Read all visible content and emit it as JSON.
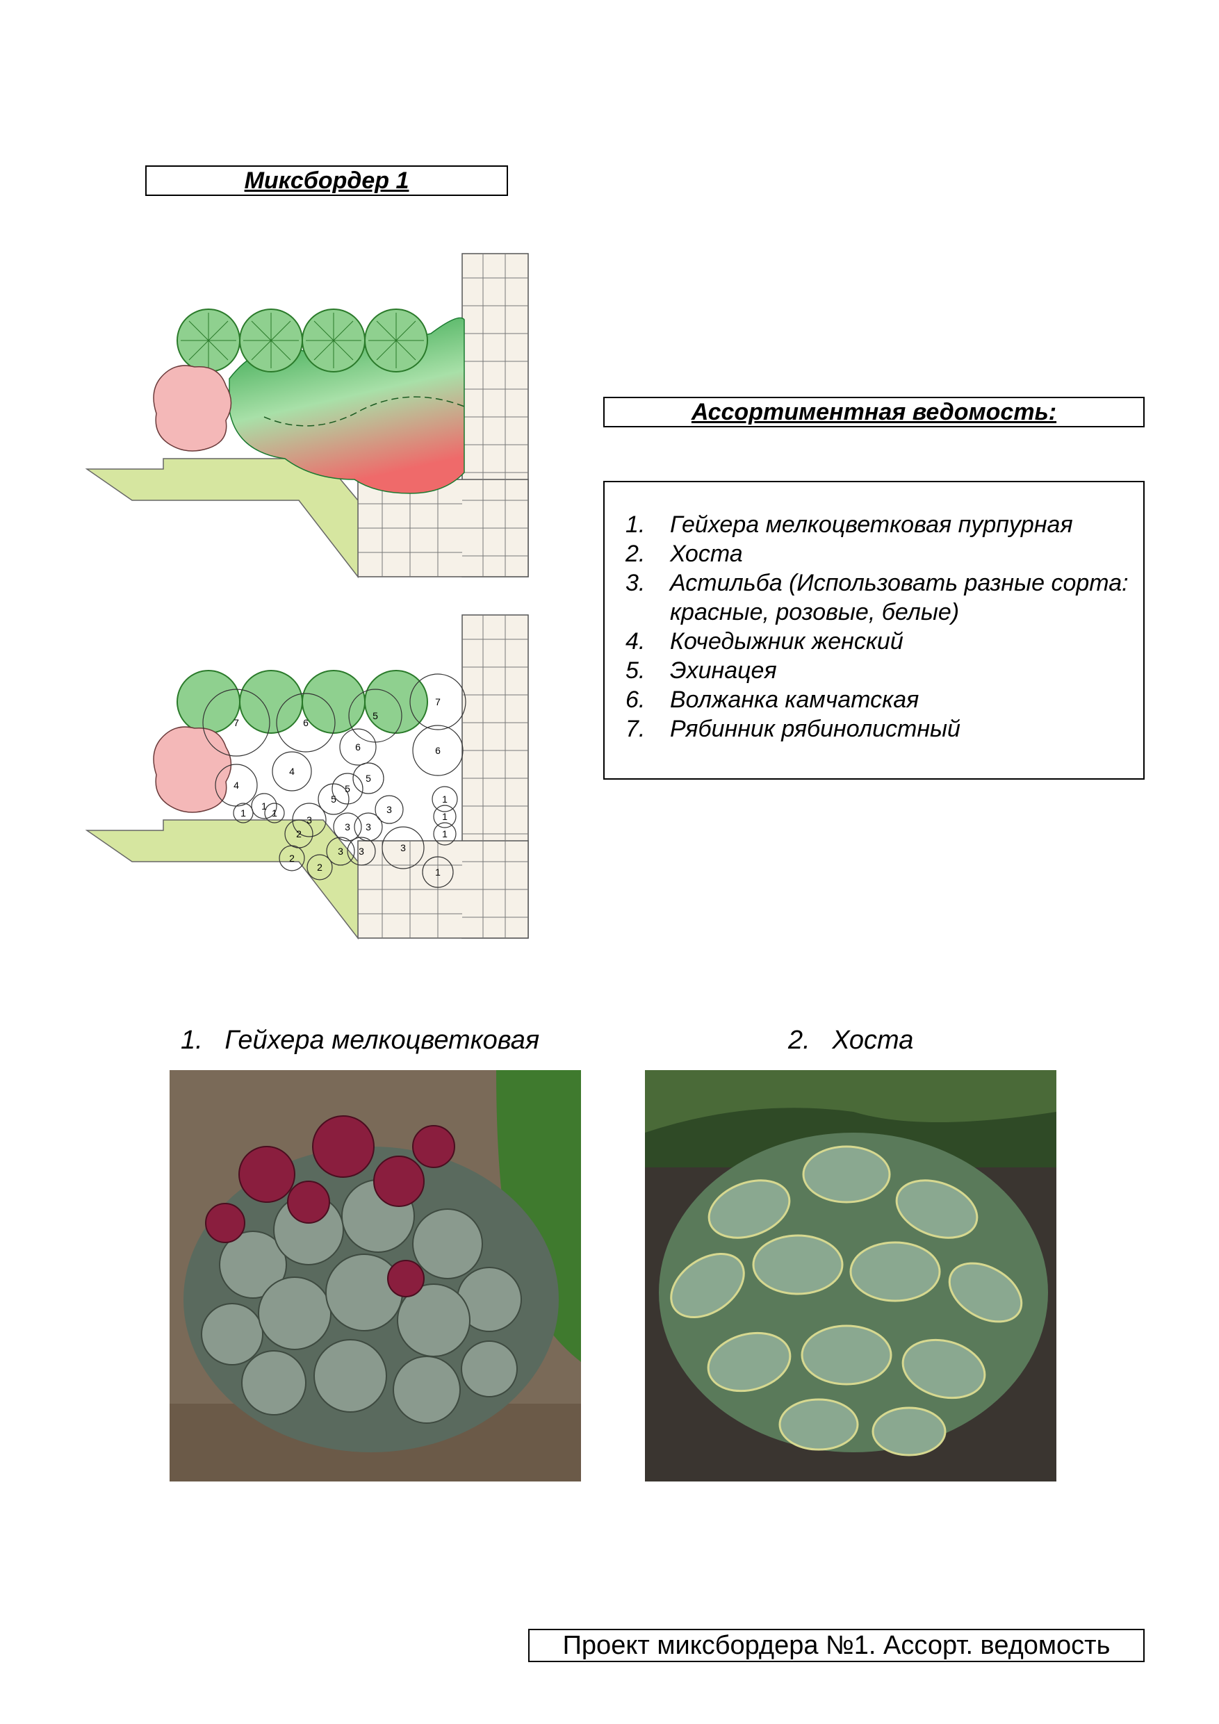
{
  "document_title": "Миксбордер 1",
  "assortment_title": "Ассортиментная ведомость:",
  "plants": [
    {
      "num": "1.",
      "name": "Гейхера мелкоцветковая пурпурная"
    },
    {
      "num": "2.",
      "name": "Хоста"
    },
    {
      "num": "3.",
      "name": "Астильба (Использовать разные сорта: красные, розовые, белые)"
    },
    {
      "num": "4.",
      "name": "Кочедыжник женский"
    },
    {
      "num": "5.",
      "name": "Эхинацея"
    },
    {
      "num": "6.",
      "name": "Волжанка камчатская"
    },
    {
      "num": "7.",
      "name": "Рябинник рябинолистный"
    }
  ],
  "photos": [
    {
      "num": "1.",
      "caption": "Гейхера мелкоцветковая"
    },
    {
      "num": "2.",
      "caption": "Хоста"
    }
  ],
  "plan_labels": [
    "7",
    "6",
    "5",
    "7",
    "6",
    "6",
    "5",
    "5",
    "4",
    "5",
    "3",
    "4",
    "1",
    "1",
    "1",
    "3",
    "3",
    "3",
    "1",
    "1",
    "1",
    "2",
    "3",
    "3",
    "3",
    "2",
    "2",
    "1"
  ],
  "footer": "Проект миксбордера №1. Ассорт. ведомость",
  "colors": {
    "hedge_green": "#8fd08f",
    "bed_dark_green": "#1e9a3a",
    "bed_light_green": "#a8e0a8",
    "bed_pink": "#ef6a6a",
    "lawn_path": "#d6e6a0",
    "shrub_pink": "#f4b8b8",
    "paving": "#f6f1e8"
  }
}
